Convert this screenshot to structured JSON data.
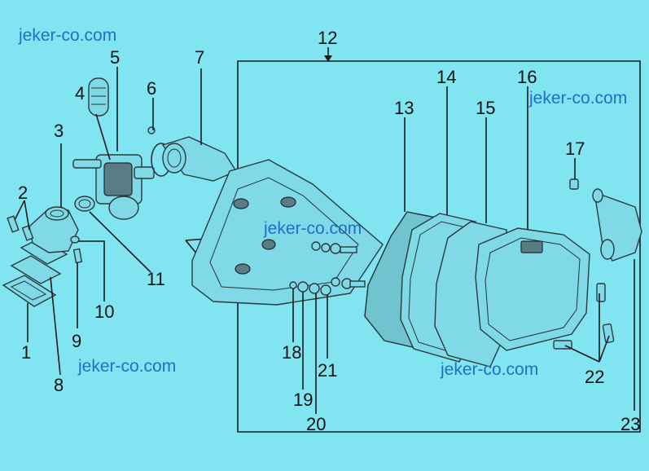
{
  "watermarks": [
    {
      "text": "jeker-co.com"
    },
    {
      "text": "jeker-co.com"
    },
    {
      "text": "jeker-co.com"
    },
    {
      "text": "jeker-co.com"
    },
    {
      "text": "jeker-co.com"
    }
  ],
  "callouts": [
    "1",
    "2",
    "3",
    "4",
    "5",
    "6",
    "7",
    "8",
    "9",
    "10",
    "11",
    "12",
    "13",
    "14",
    "15",
    "16",
    "17",
    "18",
    "19",
    "20",
    "21",
    "22",
    "23"
  ],
  "colors": {
    "background": "#80e5f1",
    "watermark": "#1f6fc8",
    "lines": "#1b1b1b"
  }
}
